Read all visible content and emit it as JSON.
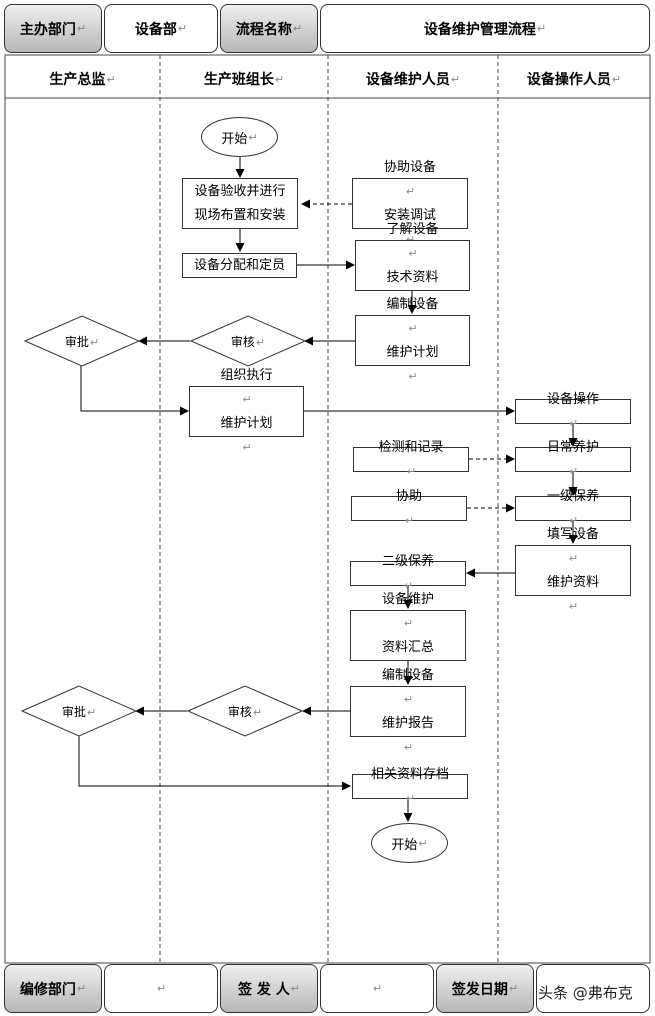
{
  "header": {
    "host_dept_label": "主办部门",
    "host_dept_value": "设备部",
    "process_name_label": "流程名称",
    "process_name_value": "设备维护管理流程"
  },
  "lanes": [
    "生产总监",
    "生产班组长",
    "设备维护人员",
    "设备操作人员"
  ],
  "nodes": {
    "start": "开始",
    "accept_install": [
      "设备验收并进行",
      "现场布置和安装"
    ],
    "assist_install": [
      "协助设备",
      "安装调试"
    ],
    "allocate": "设备分配和定员",
    "learn_docs": [
      "了解设备",
      "技术资料"
    ],
    "make_plan": [
      "编制设备",
      "维护计划"
    ],
    "review1": "审核",
    "approve1": "审批",
    "execute_plan": [
      "组织执行",
      "维护计划"
    ],
    "operate": "设备操作",
    "inspect_record": "检测和记录",
    "daily_maint": "日常养护",
    "assist": "协助",
    "level1_maint": "一级保养",
    "fill_docs": [
      "填写设备",
      "维护资料"
    ],
    "level2_maint": "二级保养",
    "summary_docs": [
      "设备维护",
      "资料汇总"
    ],
    "make_report": [
      "编制设备",
      "维护报告"
    ],
    "review2": "审核",
    "approve2": "审批",
    "archive": "相关资料存档",
    "end": "开始"
  },
  "footer": {
    "compile_dept_label": "编修部门",
    "signer_label": "签 发 人",
    "issue_date_label": "签发日期",
    "compile_dept_value": "",
    "signer_value": "",
    "issue_date_value": ""
  },
  "watermark": "头条 @弗布克",
  "return_mark": "↵"
}
